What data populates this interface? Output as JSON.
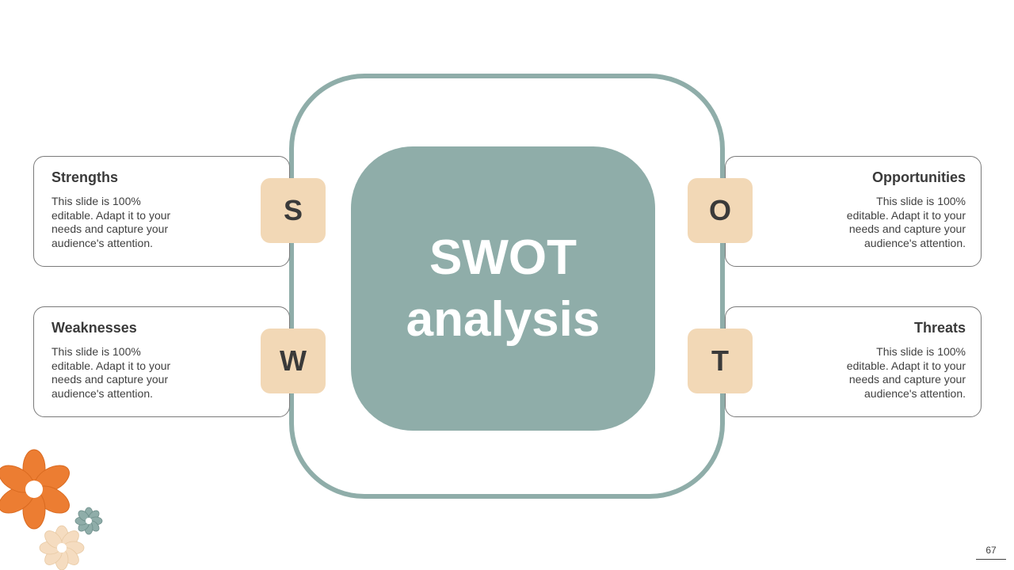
{
  "center": {
    "line1": "SWOT",
    "line2": "analysis"
  },
  "quadrants": [
    {
      "letter": "S",
      "title": "Strengths",
      "body": "This slide is 100% editable. Adapt it to your needs and capture your audience's attention."
    },
    {
      "letter": "W",
      "title": "Weaknesses",
      "body": "This slide is 100% editable. Adapt it to your needs and capture your audience's attention."
    },
    {
      "letter": "O",
      "title": "Opportunities",
      "body": "This slide is 100% editable. Adapt it to your needs and capture your audience's attention."
    },
    {
      "letter": "T",
      "title": "Threats",
      "body": "This slide is 100% editable. Adapt it to your needs and capture your audience's attention."
    }
  ],
  "page_number": "67",
  "colors": {
    "teal": "#8fada9",
    "peach": "#f2d8b6",
    "orange": "#ec7d32",
    "text": "#3a3a3a"
  },
  "decorations": [
    "flower-icon-orange",
    "flower-icon-teal",
    "flower-icon-peach"
  ]
}
